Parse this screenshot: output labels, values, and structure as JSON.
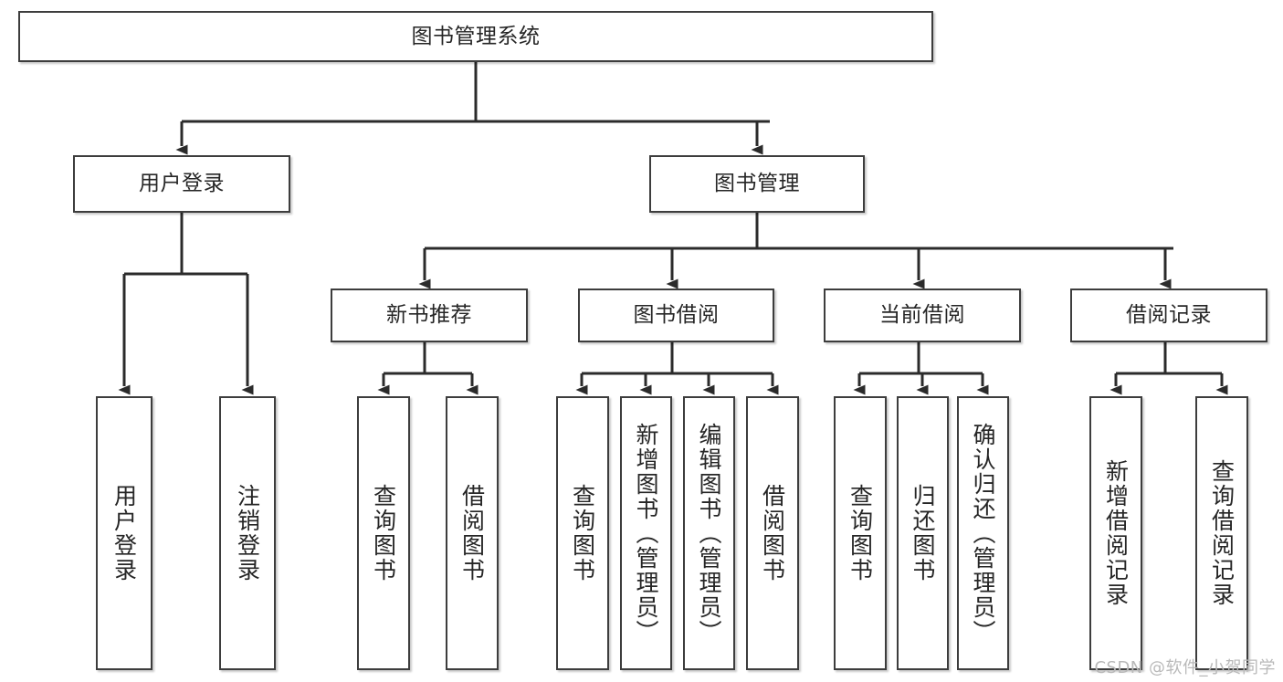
{
  "diagram": {
    "type": "tree-hierarchy-chart",
    "title": "图书管理系统",
    "colors": {
      "box_border": "#3d3d3d",
      "box_fill": "#ffffff",
      "connector": "#2b2b2b",
      "text": "#262626",
      "watermark": "#b9b9b9",
      "background": "#ffffff"
    },
    "levels": [
      {
        "level": 1,
        "nodes": [
          {
            "id": "root",
            "label": "图书管理系统",
            "orientation": "horizontal"
          }
        ]
      },
      {
        "level": 2,
        "nodes": [
          {
            "id": "user-login",
            "label": "用户登录",
            "orientation": "horizontal",
            "parent": "root"
          },
          {
            "id": "book-manage",
            "label": "图书管理",
            "orientation": "horizontal",
            "parent": "root"
          }
        ]
      },
      {
        "level": 3,
        "nodes": [
          {
            "id": "new-book-recommend",
            "label": "新书推荐",
            "orientation": "horizontal",
            "parent": "book-manage"
          },
          {
            "id": "book-borrow",
            "label": "图书借阅",
            "orientation": "horizontal",
            "parent": "book-manage"
          },
          {
            "id": "current-borrow",
            "label": "当前借阅",
            "orientation": "horizontal",
            "parent": "book-manage"
          },
          {
            "id": "borrow-record",
            "label": "借阅记录",
            "orientation": "horizontal",
            "parent": "book-manage"
          }
        ]
      },
      {
        "level": 4,
        "nodes": [
          {
            "id": "leaf-user-login",
            "label": "用户登录",
            "orientation": "vertical",
            "parent": "user-login"
          },
          {
            "id": "leaf-logout-login",
            "label": "注销登录",
            "orientation": "vertical",
            "parent": "user-login"
          },
          {
            "id": "leaf-query-book-1",
            "label": "查询图书",
            "orientation": "vertical",
            "parent": "new-book-recommend"
          },
          {
            "id": "leaf-borrow-book-1",
            "label": "借阅图书",
            "orientation": "vertical",
            "parent": "new-book-recommend"
          },
          {
            "id": "leaf-query-book-2",
            "label": "查询图书",
            "orientation": "vertical",
            "parent": "book-borrow"
          },
          {
            "id": "leaf-add-book",
            "label": "新增图书（管理员）",
            "orientation": "vertical",
            "parent": "book-borrow"
          },
          {
            "id": "leaf-edit-book",
            "label": "编辑图书（管理员）",
            "orientation": "vertical",
            "parent": "book-borrow"
          },
          {
            "id": "leaf-borrow-book-2",
            "label": "借阅图书",
            "orientation": "vertical",
            "parent": "book-borrow"
          },
          {
            "id": "leaf-query-book-3",
            "label": "查询图书",
            "orientation": "vertical",
            "parent": "current-borrow"
          },
          {
            "id": "leaf-return-book",
            "label": "归还图书",
            "orientation": "vertical",
            "parent": "current-borrow"
          },
          {
            "id": "leaf-confirm-return",
            "label": "确认归还（管理员）",
            "orientation": "vertical",
            "parent": "current-borrow"
          },
          {
            "id": "leaf-add-record",
            "label": "新增借阅记录",
            "orientation": "vertical",
            "parent": "borrow-record"
          },
          {
            "id": "leaf-query-record",
            "label": "查询借阅记录",
            "orientation": "vertical",
            "parent": "borrow-record"
          }
        ]
      }
    ]
  },
  "watermark": {
    "text": "CSDN @软件_小贺同学"
  }
}
